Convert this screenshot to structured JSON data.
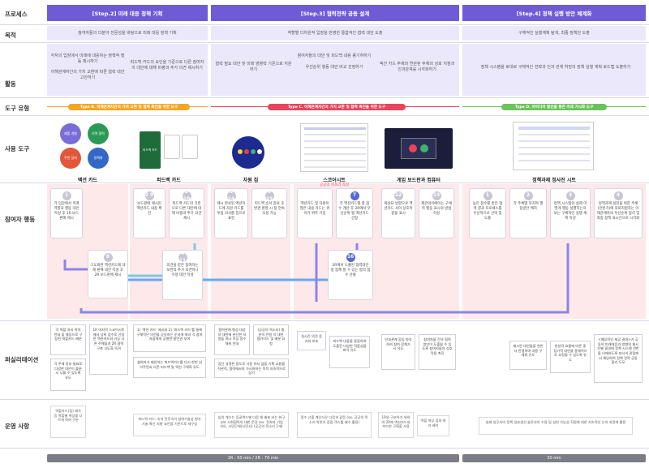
{
  "rows": {
    "process": "프로세스",
    "purpose": "목적",
    "activity": "활동",
    "tool_type": "도구 유형",
    "tools": "사용 도구",
    "participant": "참여자 행동",
    "facilitation": "퍼실리테이션",
    "operation": "운영 사항"
  },
  "steps": [
    {
      "title": "[Step.2] 미래 대응 정책 기획",
      "purpose": "참여자들의 다분야 전문성을 바탕으로 미래 대응 정책 기획"
    },
    {
      "title": "[Step.3] 협력전략 공동 설계",
      "purpose": "역할별 다차원적 입장을 반영한 통합적인 협력 대안 도출"
    },
    {
      "title": "[Step.4] 정책 실행 방안 체계화",
      "purpose": "구체적인 실행계획 탐색, 최종 정책안 도출"
    }
  ],
  "activities": [
    "각자의 입장에서 미래에 대응하는 정책적 행동 제시하기\n\n이해관계자간의 가치 교환에 따른 협력 대안 고안하기",
    "피드백 카드의 요인을 기준으로 다른 참여자의 대안에 대해 비평과 추가 의견 제시하기",
    "협력 필요 대안 및 미래 영향력 기준으로 지원하기",
    "참여자들의 대안 및 피드백 내용 종기하하기\n\n우선순위 행동 대안 비교 선정하기",
    "액션 카드 주제와 연관된 주체의 상호 지점과 인과관계를 시각화하기",
    "정책 시스템을 토대로 구체적인 전략과 인과 관계 허밍의 정책 실행 계획 로드맵 도출하기"
  ],
  "tool_types": [
    {
      "label": "Type B. 이해관계자간의 가치 교환 및 협력 촉진을 위한 도구",
      "color": "#f5a623"
    },
    {
      "label": "Type C. 이해관계자간의 가치 교환 및 협력 촉진을 위한 도구",
      "color": "#e8445a"
    },
    {
      "label": "Type D. 아이디어 발산을 통한 미래 거시화 도구",
      "color": "#6cc35a"
    }
  ],
  "tools": {
    "action_card": "액션 카드",
    "feedback_card": "피드백 카드",
    "resource_set": "자원 집",
    "scoresheet": "스코어시트",
    "scoresheet_sub": "공공의 목소리 작성",
    "game_board": "게임 보드판과 컴퓨터",
    "policy_sheet": "정책과제 정사진 시트",
    "action_card_chips": [
      "제품 개발",
      "지역 협력",
      "주민 참여",
      "정책화"
    ],
    "feedback_card_label": "피드백 카드"
  },
  "participant_cards": [
    {
      "num": "1",
      "text": "각 입장에서 미래 역할과 행동 대안 작성 후 1R 보드판에 제시"
    },
    {
      "num": "8",
      "text": "고도화된 액션카드에 대해 판매 대안 작성 후 2R 보드판에 제시"
    },
    {
      "num": "2 9",
      "text": "보드판에 제시된 액션카드 내용 확인"
    },
    {
      "num": "3 10",
      "text": "피드백 카드의 기준으로 다른 대안에 대해 비평과 추가 의견 제시"
    },
    {
      "num": "4 11",
      "text": "의견을 받은 참여자는 보완의 추가 의견미나 수정 대안 작성"
    },
    {
      "num": "5 14",
      "text": "제시 완료된 액션카드에 자원 카드를 투입 의사를 집으로 표현"
    },
    {
      "num": "6 15",
      "text": "피드백 순서 종료 후 변경 판원 시 참 연속 조정 가능"
    },
    {
      "num": "",
      "text": "액션카드 및 자원이 많은 내용 카드는 퀴아가 위주 기입"
    },
    {
      "num": "7",
      "text": "각 액션카드별 참 점수 계산 후 2R에서 우선순위 될 액션카드 선정"
    },
    {
      "num": "16",
      "text": "2R에서 도출된 협력대안 중 함께 할 수 있는 합의 점수 산출"
    },
    {
      "num": "12",
      "text": "화살표 방향으로 액션카드 사이 상호작용을 표시"
    },
    {
      "num": "13",
      "text": "제관의이에이는 구체적 행동 표시의 방법 작성"
    },
    {
      "num": "1",
      "text": "높은 점수를 받은 협력 결과 프로세스를 우선적으로 선택 및 도출"
    },
    {
      "num": "2",
      "text": "각 주체별 뒤지며 행동방안 배치"
    },
    {
      "num": "3",
      "text": "정책 시스템의 실제 어떻게 행동 실행하는지 보는 구체적인 실행 계획 작성"
    },
    {
      "num": "4",
      "text": "정책과제 실천을 위한 주체(전반기)에 의뢰지원하는 이해관계자의 우선순위 정리 및 최종 정책 표시선으로 시각화"
    }
  ],
  "facilitation": [
    "각 역할 자리 착석 안내 및 해당으로 구성된 역할카드 배분",
    "1R 마지막 스코어시트에서 상위 점수로 선정된 액션카드와 기능 다른 주체들과 2R 협력 구축 고도화 독려",
    "각 주체 정부 발표로 다양한 대안이 출분 시 나올 수 있도록 유도",
    "1) '액션 카드' 제시와 2) '피드백 카드'를 통해 구체적인 의견을 공유하는 순서에 따라 각 참여자들에게 공평한 발언권 부여",
    "참여자가 제안하는 피드백카드를 다시 한번 읽어주면서 다른 피드백 및 액션 구체화 유도",
    "협력관계 형성 대상자 대한에 분단한 자원들 하나 이상 함수 채워 안내",
    "(공공의 목소리) 충분히 전원 이 대한 협카이드 및 배분 요청",
    "집단 경쟁된 용도로 사용 하지 않을 기획 교환을 직관적, 협력에서의 가시화하는 목적 지속적으로 상기",
    "실시간 의견 증가와 보조",
    "피드백 내용을 종합하여 도출된 다양한 적합성을 파악 유도",
    "인과관계 동등 파악하여 참여 전체가 시 유도",
    "참여자들 간의 협력 방안이 도출될 수 있도록 참여자들의 상호작용 촉진",
    "제시된 대안들을 한번 더 반영하여 내용 구체화 유도",
    "현실적 효율에 따른 중장기적 대안을 종체적으로 조정될 수 있도록 유도",
    "<예상적인 제공 결과>가 공동의 미래대응과 방향의 제시 차별 결과에 정책 시스템 전반을 이해하도록 표시의 관점에서 해당하여 정책 전략 공동 합리 도모"
  ],
  "operation": [
    "역할카드(집) 매치 등 역할별 색상을 다르게 하여 구분",
    "피드백 카드: 속의 전후속의 참여기술성 평가 기술 확산 지향 요인을 기반으로 재구성",
    "임의 계수는 응골액드별 다음 제 배분 바는 현구교보 사회협력의 대한 문정 (ex. 전자자 기업(자), 시민단체(시민사) (공공의 목소리 1개)",
    "점수 산출 계산식은 다음과 같음 (ex. 공공의 목소리 박힌이 접점 객스를 배수 활용)",
    "1R와 구분하기 위하여 2R에 액션카드와 보드판 구획을 사용",
    "역할 색상 점화 여러 배치",
    "실제 실무자의 정책 실효생선 솔루션의 수용 및 실현 가능성 직접에 대한 지속적인 논의 과정에 활용"
  ],
  "timebars": [
    "1R : 50 min / 2R : 70 min",
    "30 min"
  ]
}
